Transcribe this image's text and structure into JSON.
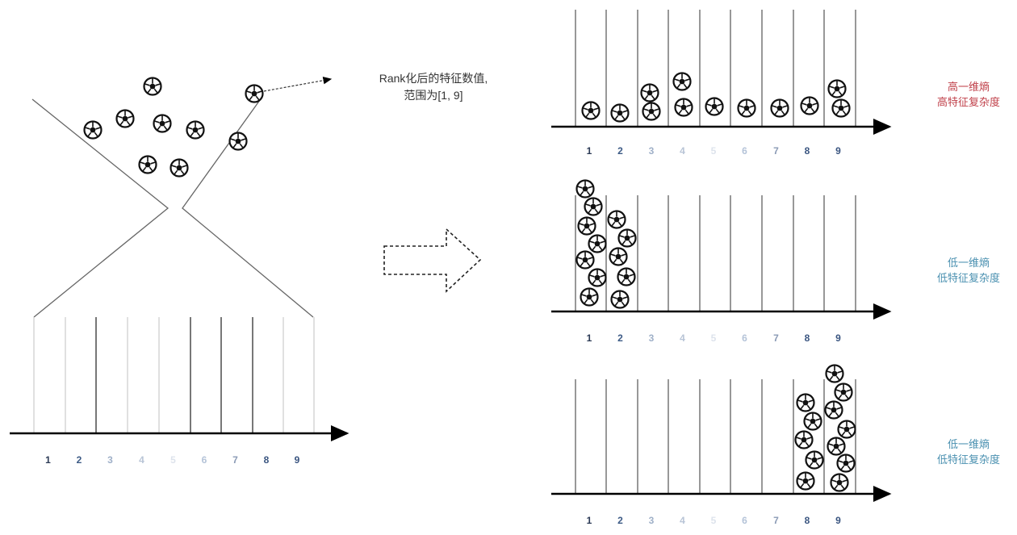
{
  "annotation": {
    "line1": "Rank化后的特征数值,",
    "line2": "范围为[1, 9]"
  },
  "bin_labels": [
    "1",
    "2",
    "3",
    "4",
    "5",
    "6",
    "7",
    "8",
    "9"
  ],
  "bin_label_colors": [
    "#2b3a55",
    "#3c5a85",
    "#9fb0c8",
    "#b8c4d6",
    "#dde3ec",
    "#b4c3d8",
    "#8a9ab5",
    "#3a5580",
    "#3a5580"
  ],
  "panels": [
    {
      "side_line1": "高一维熵",
      "side_line2": "高特征复杂度",
      "color": "#c0404a",
      "counts": [
        1,
        1,
        2,
        2,
        1,
        1,
        1,
        1,
        2
      ]
    },
    {
      "side_line1": "低一维熵",
      "side_line2": "低特征复杂度",
      "color": "#4a90b0",
      "counts": [
        7,
        5,
        0,
        0,
        0,
        0,
        0,
        0,
        0
      ]
    },
    {
      "side_line1": "低一维熵",
      "side_line2": "低特征复杂度",
      "color": "#4a90b0",
      "counts": [
        0,
        0,
        0,
        0,
        0,
        0,
        0,
        5,
        7
      ]
    }
  ],
  "funnel_ball_count": 9
}
